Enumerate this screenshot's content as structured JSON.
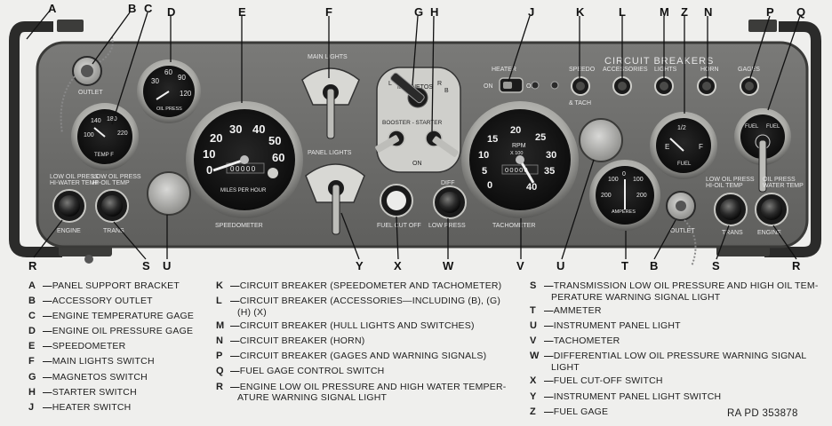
{
  "callout_letters": {
    "top": [
      "A",
      "B",
      "C",
      "D",
      "E",
      "F",
      "G",
      "H",
      "J",
      "K",
      "L",
      "M",
      "Z",
      "N",
      "P",
      "Q"
    ],
    "bottom": [
      "R",
      "S",
      "U",
      "Y",
      "X",
      "W",
      "V",
      "U",
      "T",
      "B",
      "S",
      "R"
    ]
  },
  "panel": {
    "circuit_breakers_title": "CIRCUIT BREAKERS",
    "breaker_labels": [
      "SPEEDO",
      "ACCESSORIES",
      "LIGHTS",
      "HORN",
      "GAGES"
    ],
    "speedo_sub": "& TACH",
    "heater_label": "HEATER",
    "heater_on": "ON",
    "heater_off": "OFF",
    "main_lights_label": "MAIN LIGHTS",
    "panel_lights_label": "PANEL LIGHTS",
    "magnetos_label": "MAGNETOS",
    "mag_positions": [
      "L",
      "R",
      "B"
    ],
    "booster_starter_label": "BOOSTER - STARTER",
    "starter_on": "ON",
    "outlet_label": "OUTLET",
    "outlet_label_right": "OUTLET",
    "fuel_cutoff_label": "FUEL CUT OFF",
    "diff_label": "DIFF",
    "low_press_label": "LOW PRESS",
    "engine_temp_label": "TEMP F",
    "oil_press_label": "OIL PRESS",
    "speedometer_label": "SPEEDOMETER",
    "speedo_units": "MILES PER HOUR",
    "tachometer_label": "TACHOMETER",
    "rpm_label": "RPM",
    "rpm_unit": "X 100",
    "ammeter_label": "AMPERES",
    "fuel_gage_label": "FUEL",
    "warn_left_1": "LOW OIL PRESS",
    "warn_left_2": "HI-WATER TEMP",
    "warn_left_3": "LOW OIL PRESS",
    "warn_left_4": "HI-OIL TEMP",
    "warn_right_1": "LOW OIL PRESS",
    "warn_right_2": "HI-OIL TEMP",
    "warn_right_3": "OIL PRESS",
    "warn_right_4": "WATER TEMP",
    "engine_label": "ENGINE",
    "trans_label": "TRANS",
    "engine_label_right": "ENGINE",
    "trans_label_right": "TRANS",
    "speedo_ticks": [
      "0",
      "10",
      "20",
      "30",
      "40",
      "50",
      "60"
    ],
    "tach_ticks": [
      "0",
      "5",
      "10",
      "15",
      "20",
      "25",
      "30",
      "35",
      "40"
    ],
    "oil_ticks": [
      "30",
      "60",
      "90",
      "120"
    ],
    "temp_ticks": [
      "100",
      "140",
      "180",
      "220"
    ],
    "amp_ticks": [
      "200",
      "100",
      "0",
      "100",
      "200"
    ],
    "fuel_ticks": [
      "E",
      "1/2",
      "F"
    ],
    "odometer_digits": "00000",
    "tach_hours": "00000"
  },
  "legend": {
    "col1": [
      {
        "key": "A",
        "text": "PANEL SUPPORT BRACKET"
      },
      {
        "key": "B",
        "text": "ACCESSORY OUTLET"
      },
      {
        "key": "C",
        "text": "ENGINE TEMPERATURE GAGE"
      },
      {
        "key": "D",
        "text": "ENGINE OIL PRESSURE GAGE"
      },
      {
        "key": "E",
        "text": "SPEEDOMETER"
      },
      {
        "key": "F",
        "text": "MAIN LIGHTS SWITCH"
      },
      {
        "key": "G",
        "text": "MAGNETOS SWITCH"
      },
      {
        "key": "H",
        "text": "STARTER SWITCH"
      },
      {
        "key": "J",
        "text": "HEATER SWITCH"
      }
    ],
    "col2": [
      {
        "key": "K",
        "text": "CIRCUIT BREAKER (SPEEDOMETER AND TACHOMETER)"
      },
      {
        "key": "L",
        "text": "CIRCUIT BREAKER (ACCESSORIES—INCLUDING (B), (G)",
        "text2": "(H) (X)"
      },
      {
        "key": "M",
        "text": "CIRCUIT BREAKER (HULL LIGHTS AND SWITCHES)"
      },
      {
        "key": "N",
        "text": "CIRCUIT BREAKER (HORN)"
      },
      {
        "key": "P",
        "text": "CIRCUIT BREAKER (GAGES AND WARNING SIGNALS)"
      },
      {
        "key": "Q",
        "text": "FUEL GAGE CONTROL SWITCH"
      },
      {
        "key": "R",
        "text": "ENGINE LOW OIL PRESSURE AND HIGH WATER TEMPER-",
        "text2": "ATURE WARNING SIGNAL LIGHT"
      }
    ],
    "col3": [
      {
        "key": "S",
        "text": "TRANSMISSION LOW OIL PRESSURE AND HIGH OIL TEM-",
        "text2": "PERATURE WARNING SIGNAL LIGHT"
      },
      {
        "key": "T",
        "text": "AMMETER"
      },
      {
        "key": "U",
        "text": "INSTRUMENT PANEL LIGHT"
      },
      {
        "key": "V",
        "text": "TACHOMETER"
      },
      {
        "key": "W",
        "text": "DIFFERENTIAL LOW OIL PRESSURE WARNING SIGNAL",
        "text2": "LIGHT"
      },
      {
        "key": "X",
        "text": "FUEL CUT-OFF SWITCH"
      },
      {
        "key": "Y",
        "text": "INSTRUMENT PANEL LIGHT SWITCH"
      },
      {
        "key": "Z",
        "text": "FUEL GAGE"
      }
    ],
    "dash": "—"
  },
  "reference": "RA PD 353878",
  "colors": {
    "panel_face": "#6d6d6b",
    "panel_edge": "#3a3a38",
    "bracket": "#2b2b2a",
    "dial_face": "#141414",
    "bezel": "#b9b9b5",
    "paper": "#efefed",
    "ink": "#1e1e1e"
  }
}
